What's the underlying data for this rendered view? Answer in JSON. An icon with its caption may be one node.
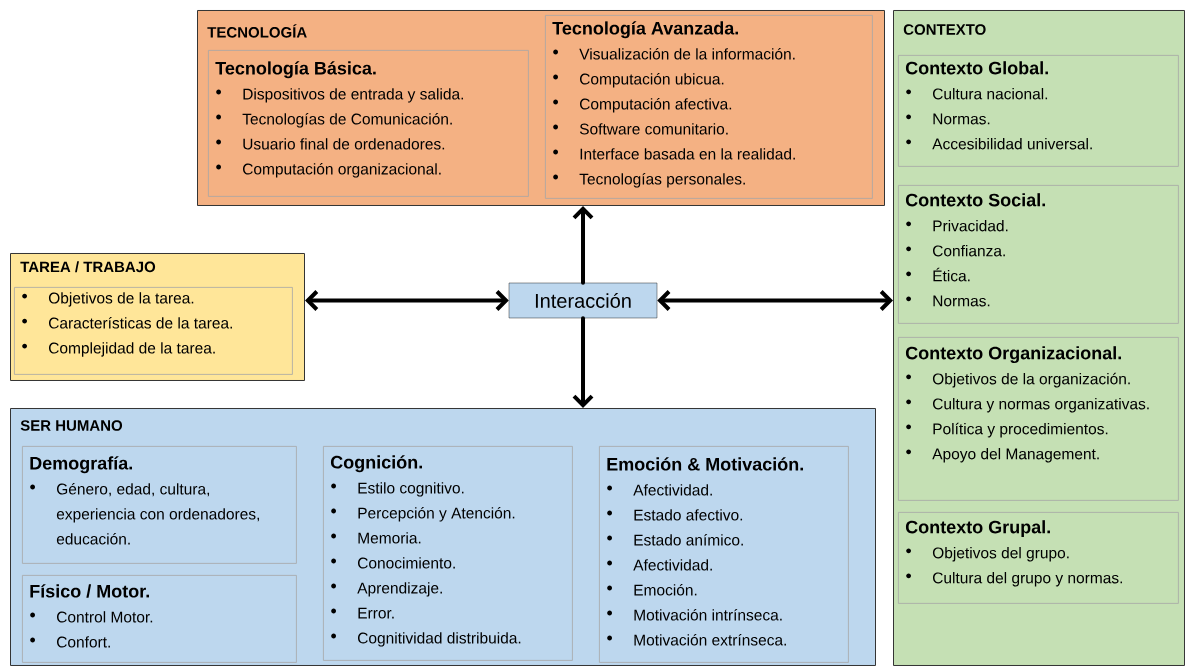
{
  "diagram": {
    "nodes": [
      {
        "text": [
          "TECNOLOGÍA"
        ]
      },
      {
        "text": [
          "Tecnología Básica.",
          "Dispositivos de entrada y salida.",
          "Tecnologías de Comunicación.",
          "Usuario final de ordenadores.",
          "Computación organizacional."
        ],
        "in": 0
      },
      {
        "text": [
          "Tecnología Avanzada.",
          "Visualización de la información.",
          "Computación ubicua.",
          "Computación afectiva.",
          "Software comunitario.",
          "Interface basada en la realidad.",
          "Tecnologías personales."
        ],
        "in": 0
      },
      {
        "text": [
          "CONTEXTO"
        ]
      },
      {
        "text": [
          "Contexto Global.",
          "Cultura nacional.",
          "Normas.",
          "Accesibilidad universal."
        ],
        "in": 3
      },
      {
        "text": [
          "Contexto Social.",
          "Privacidad.",
          "Confianza.",
          "Ética.",
          "Normas."
        ],
        "in": 3
      },
      {
        "text": [
          "Contexto Organizacional.",
          "Objetivos de la organización.",
          "Cultura y normas organizativas.",
          "Política y procedimientos.",
          "Apoyo del Management."
        ],
        "in": 3
      },
      {
        "text": [
          "Contexto Grupal.",
          "Objetivos del grupo.",
          "Cultura del grupo y normas."
        ],
        "in": 3
      },
      {
        "text": [
          "TAREA / TRABAJO"
        ]
      },
      {
        "text": [
          "Objetivos de la tarea.",
          "Características de la tarea.",
          "Complejidad de la tarea."
        ],
        "in": 8
      },
      {
        "text": [
          "Interacción"
        ]
      },
      {
        "text": [
          "SER HUMANO"
        ]
      },
      {
        "text": [
          "Demografía.",
          "Género, edad, cultura, experiencia con ordenadores, educación."
        ],
        "in": 11
      },
      {
        "text": [
          "Físico / Motor.",
          "Control Motor.",
          "Confort."
        ],
        "in": 11
      },
      {
        "text": [
          "Cognición.",
          "Estilo cognitivo.",
          "Percepción y Atención.",
          "Memoria.",
          "Conocimiento.",
          "Aprendizaje.",
          "Error.",
          "Cognitividad distribuida."
        ],
        "in": 11
      },
      {
        "text": [
          "Emoción & Motivación.",
          "Afectividad.",
          "Estado afectivo.",
          "Estado anímico.",
          "Afectividad.",
          "Emoción.",
          "Motivación intrínseca.",
          "Motivación extrínseca."
        ],
        "in": 11
      }
    ],
    "edges": [
      {
        "from": 10,
        "to": 0,
        "arrow": "to"
      },
      {
        "from": 10,
        "to": 11,
        "arrow": "to"
      },
      {
        "from": 10,
        "to": 8,
        "arrow": "both"
      },
      {
        "from": 10,
        "to": 3,
        "arrow": "both"
      }
    ]
  }
}
